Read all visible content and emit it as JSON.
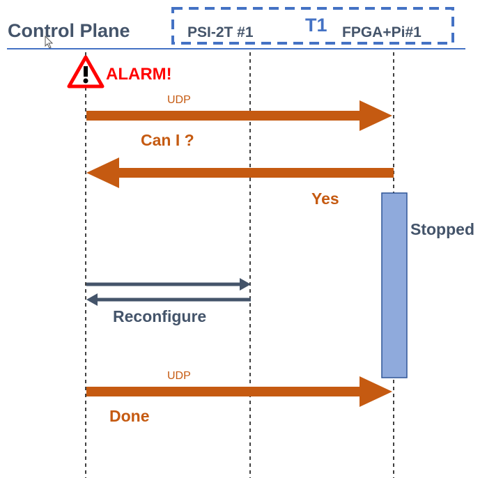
{
  "header": {
    "title": "Control Plane",
    "participant_1": "PSI-2T #1",
    "group_label": "T1",
    "participant_2": "FPGA+Pi#1"
  },
  "alarm": {
    "label": "ALARM!",
    "icon": "warning-triangle-icon"
  },
  "messages": {
    "udp_1": "UDP",
    "can_i": "Can I ?",
    "yes": "Yes",
    "stopped": "Stopped",
    "reconfigure": "Reconfigure",
    "udp_2": "UDP",
    "done": "Done"
  },
  "colors": {
    "orange": "#c55a11",
    "slate": "#44546a",
    "blue": "#4472c4",
    "alarm_red": "#ff0000",
    "stopped_fill": "#8faadc"
  }
}
